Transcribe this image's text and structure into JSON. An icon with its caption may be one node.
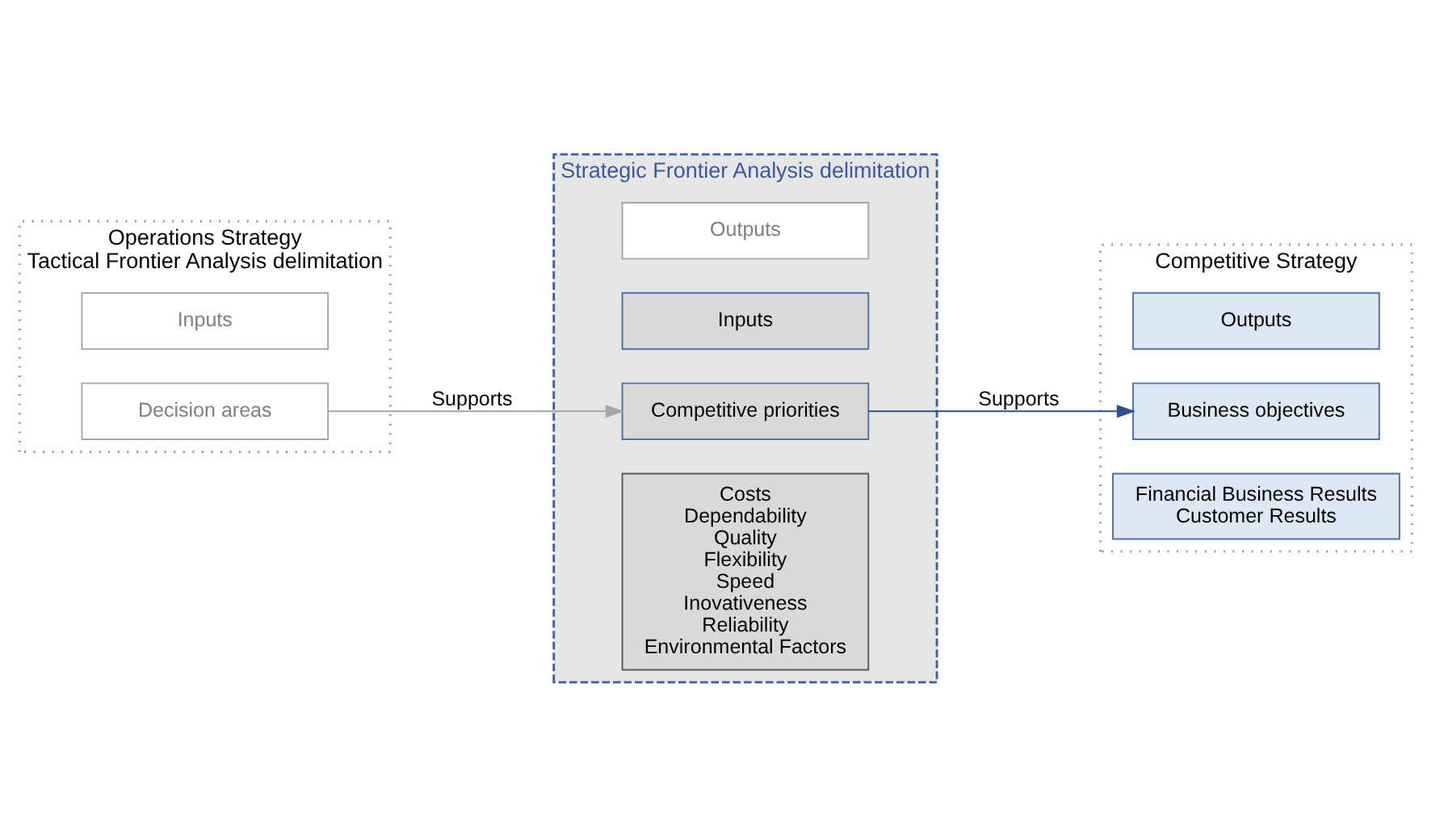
{
  "diagram": {
    "nodes": [
      {
        "text": [
          "Operations Strategy",
          "Tactical Frontier Analysis delimitation"
        ]
      },
      {
        "text": [
          "Inputs"
        ],
        "in": 0
      },
      {
        "text": [
          "Decision areas"
        ],
        "in": 0
      },
      {
        "text": [
          "Strategic Frontier Analysis delimitation"
        ]
      },
      {
        "text": [
          "Outputs"
        ],
        "in": 3
      },
      {
        "text": [
          "Inputs"
        ],
        "in": 3
      },
      {
        "text": [
          "Competitive priorities"
        ],
        "in": 3
      },
      {
        "text": [
          "Costs",
          "Dependability",
          "Quality",
          "Flexibility",
          "Speed",
          "Inovativeness",
          "Reliability",
          "Environmental Factors"
        ],
        "in": 3
      },
      {
        "text": [
          "Competitive Strategy"
        ]
      },
      {
        "text": [
          "Outputs"
        ],
        "in": 8
      },
      {
        "text": [
          "Business objectives"
        ],
        "in": 8
      },
      {
        "text": [
          "Financial Business Results",
          "Customer Results"
        ],
        "in": 8
      }
    ],
    "edges": [
      {
        "from": 2,
        "to": 6,
        "label": "Supports",
        "arrow": "to",
        "color": "#a6a6a6"
      },
      {
        "from": 6,
        "to": 10,
        "label": "Supports",
        "arrow": "to",
        "color": "#2f4f8f"
      }
    ]
  }
}
